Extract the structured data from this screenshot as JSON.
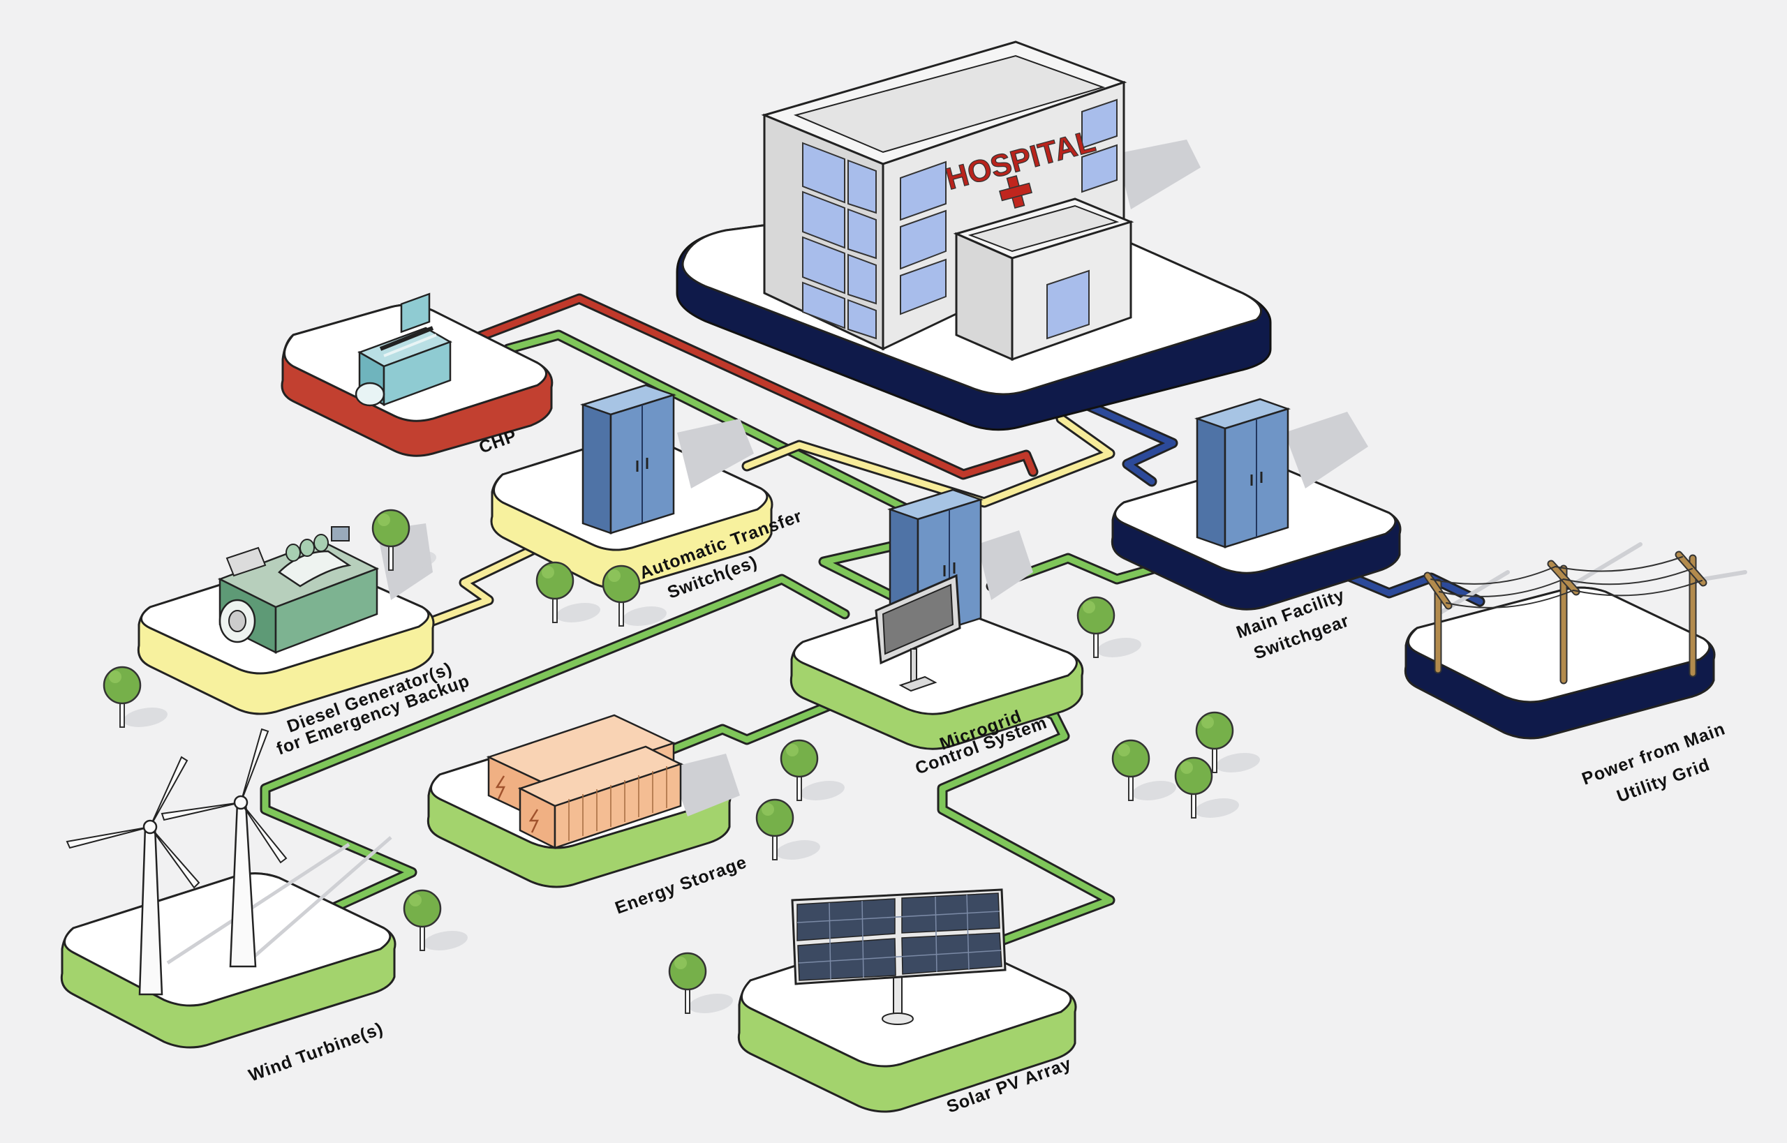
{
  "labels": {
    "chp": "CHP",
    "ats_1": "Automatic Transfer",
    "ats_2": "Switch(es)",
    "diesel_1": "Diesel Generator(s)",
    "diesel_2": "for Emergency Backup",
    "mcs_1": "Microgrid",
    "mcs_2": "Control System",
    "switchgear_1": "Main Facility",
    "switchgear_2": "Switchgear",
    "grid_1": "Power from Main",
    "grid_2": "Utility Grid",
    "storage": "Energy Storage",
    "wind": "Wind Turbine(s)",
    "solar": "Solar PV Array"
  },
  "hospital": {
    "sign": "HOSPITAL"
  },
  "colors": {
    "background": "#f1f1f2",
    "chp_line": "#c0392b",
    "renewable_line": "#7fc65a",
    "backup_line": "#f7ec9a",
    "utility_line": "#243a7a",
    "cabinet": "#6f95c6",
    "platform_top": "#ffffff",
    "navy_base": "#0f1a4a",
    "green_base": "#a3d36d",
    "yellow_base": "#f7f19e",
    "red_base": "#c24030"
  },
  "icons": [
    "hospital-building",
    "cross-icon",
    "cabinet-icon",
    "generator-icon",
    "engine-icon",
    "battery-icon",
    "wind-turbine-icon",
    "solar-panel-icon",
    "power-pole-icon",
    "monitor-icon",
    "tree-icon"
  ]
}
